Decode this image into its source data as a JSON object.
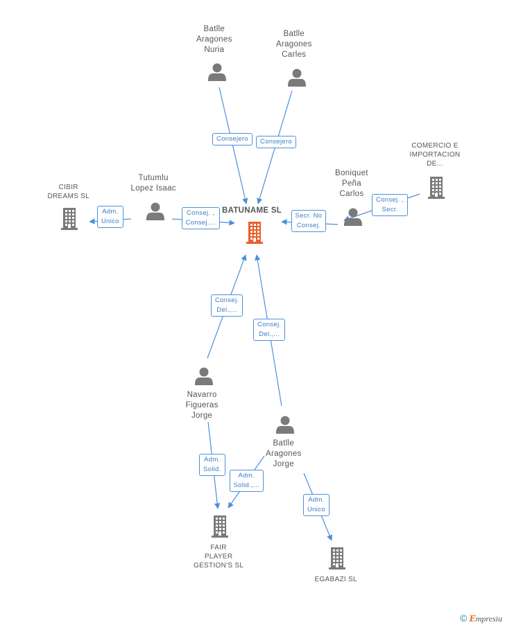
{
  "center": {
    "label": "BATUNAME SL"
  },
  "people": [
    {
      "id": "nuria",
      "lines": [
        "Batlle",
        "Aragones",
        "Nuria"
      ]
    },
    {
      "id": "carles",
      "lines": [
        "Batlle",
        "Aragones",
        "Carles"
      ]
    },
    {
      "id": "tutumlu",
      "lines": [
        "Tutumlu",
        "Lopez Isaac"
      ]
    },
    {
      "id": "boniquet",
      "lines": [
        "Boniquet",
        "Peña",
        "Carlos"
      ]
    },
    {
      "id": "navarro",
      "lines": [
        "Navarro",
        "Figueras",
        "Jorge"
      ]
    },
    {
      "id": "jorge",
      "lines": [
        "Batlle",
        "Aragones",
        "Jorge"
      ]
    }
  ],
  "companies": [
    {
      "id": "cibir",
      "lines": [
        "CIBIR",
        "DREAMS SL"
      ]
    },
    {
      "id": "comercio",
      "lines": [
        "COMERCIO E",
        "IMPORTACION",
        "DE..."
      ]
    },
    {
      "id": "fairplayer",
      "lines": [
        "FAIR",
        "PLAYER",
        "GESTION'S  SL"
      ]
    },
    {
      "id": "egabazi",
      "lines": [
        "EGABAZI SL"
      ]
    }
  ],
  "edges": [
    {
      "id": "e-nuria",
      "lines": [
        "Consejero"
      ]
    },
    {
      "id": "e-carles",
      "lines": [
        "Consejero"
      ]
    },
    {
      "id": "e-tutumlu",
      "lines": [
        "Consej. ,",
        "Consej...."
      ]
    },
    {
      "id": "e-tut-cibir",
      "lines": [
        "Adm.",
        "Unico"
      ]
    },
    {
      "id": "e-boniquet",
      "lines": [
        "Secr.  No",
        "Consej."
      ]
    },
    {
      "id": "e-comercio",
      "lines": [
        "Consej. ,",
        "Secr."
      ]
    },
    {
      "id": "e-navarro",
      "lines": [
        "Consej.",
        "Del.,..."
      ]
    },
    {
      "id": "e-jorge",
      "lines": [
        "Consej.",
        "Del.,..."
      ]
    },
    {
      "id": "e-nav-fair",
      "lines": [
        "Adm.",
        "Solid."
      ]
    },
    {
      "id": "e-jor-fair",
      "lines": [
        "Adm.",
        "Solid.,..."
      ]
    },
    {
      "id": "e-jor-ega",
      "lines": [
        "Adm.",
        "Unico"
      ]
    }
  ],
  "footer": {
    "copyright": "©",
    "brand_first": "E",
    "brand_rest": "mpresia"
  },
  "colors": {
    "edge": "#4a90d9",
    "person": "#7a7a7a",
    "company": "#7a7a7a",
    "center": "#e8602c"
  }
}
